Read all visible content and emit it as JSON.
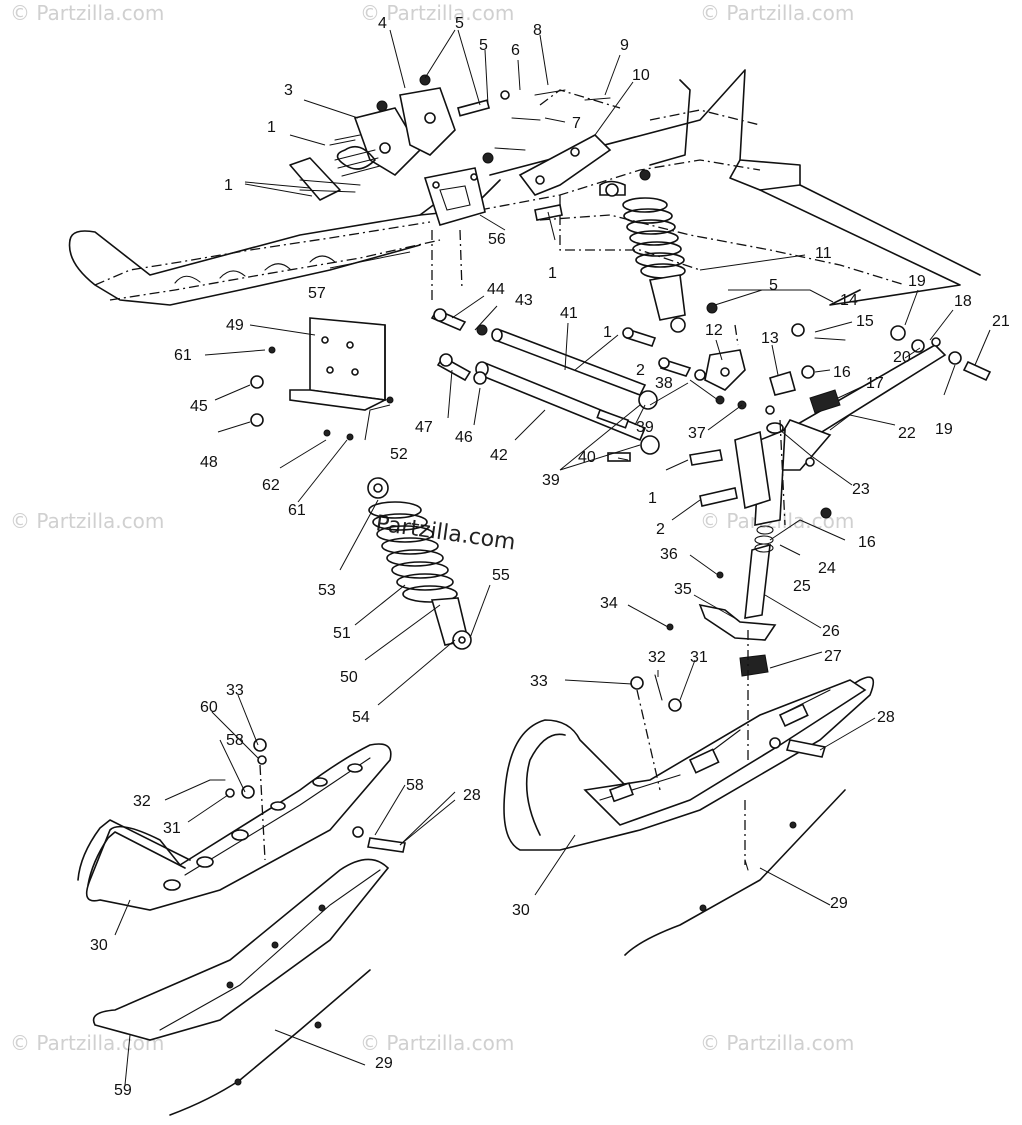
{
  "watermark": {
    "text": "© Partzilla.com",
    "text_partial_a": "© Partzilla.com",
    "text_partial_b": "© Partzilla.com",
    "text_partial_c": "© Partzilla.com",
    "text_partial_d": "© Partzilla.com",
    "text_partial_e": "© Partzilla.com",
    "text_partial_f": "© Partzilla.com",
    "text_partial_g": "© Partzilla.com",
    "center_text": "Partzilla.com"
  },
  "callouts": [
    {
      "id": "c1a",
      "label": "1"
    },
    {
      "id": "c1b",
      "label": "1"
    },
    {
      "id": "c1c",
      "label": "1"
    },
    {
      "id": "c1d",
      "label": "1"
    },
    {
      "id": "c1e",
      "label": "1"
    },
    {
      "id": "c2a",
      "label": "2"
    },
    {
      "id": "c2b",
      "label": "2"
    },
    {
      "id": "c3",
      "label": "3"
    },
    {
      "id": "c4",
      "label": "4"
    },
    {
      "id": "c5a",
      "label": "5"
    },
    {
      "id": "c5b",
      "label": "5"
    },
    {
      "id": "c5c",
      "label": "5"
    },
    {
      "id": "c6",
      "label": "6"
    },
    {
      "id": "c7",
      "label": "7"
    },
    {
      "id": "c8",
      "label": "8"
    },
    {
      "id": "c9",
      "label": "9"
    },
    {
      "id": "c10",
      "label": "10"
    },
    {
      "id": "c11",
      "label": "11"
    },
    {
      "id": "c12",
      "label": "12"
    },
    {
      "id": "c13",
      "label": "13"
    },
    {
      "id": "c14",
      "label": "14"
    },
    {
      "id": "c15",
      "label": "15"
    },
    {
      "id": "c16a",
      "label": "16"
    },
    {
      "id": "c16b",
      "label": "16"
    },
    {
      "id": "c17",
      "label": "17"
    },
    {
      "id": "c18",
      "label": "18"
    },
    {
      "id": "c19a",
      "label": "19"
    },
    {
      "id": "c19b",
      "label": "19"
    },
    {
      "id": "c20",
      "label": "20"
    },
    {
      "id": "c21",
      "label": "21"
    },
    {
      "id": "c22",
      "label": "22"
    },
    {
      "id": "c23",
      "label": "23"
    },
    {
      "id": "c24",
      "label": "24"
    },
    {
      "id": "c25",
      "label": "25"
    },
    {
      "id": "c26",
      "label": "26"
    },
    {
      "id": "c27",
      "label": "27"
    },
    {
      "id": "c28a",
      "label": "28"
    },
    {
      "id": "c28b",
      "label": "28"
    },
    {
      "id": "c29a",
      "label": "29"
    },
    {
      "id": "c29b",
      "label": "29"
    },
    {
      "id": "c30a",
      "label": "30"
    },
    {
      "id": "c30b",
      "label": "30"
    },
    {
      "id": "c31a",
      "label": "31"
    },
    {
      "id": "c31b",
      "label": "31"
    },
    {
      "id": "c32a",
      "label": "32"
    },
    {
      "id": "c32b",
      "label": "32"
    },
    {
      "id": "c33a",
      "label": "33"
    },
    {
      "id": "c33b",
      "label": "33"
    },
    {
      "id": "c34",
      "label": "34"
    },
    {
      "id": "c35",
      "label": "35"
    },
    {
      "id": "c36",
      "label": "36"
    },
    {
      "id": "c37",
      "label": "37"
    },
    {
      "id": "c38",
      "label": "38"
    },
    {
      "id": "c39a",
      "label": "39"
    },
    {
      "id": "c39b",
      "label": "39"
    },
    {
      "id": "c40",
      "label": "40"
    },
    {
      "id": "c41",
      "label": "41"
    },
    {
      "id": "c42",
      "label": "42"
    },
    {
      "id": "c43",
      "label": "43"
    },
    {
      "id": "c44",
      "label": "44"
    },
    {
      "id": "c45",
      "label": "45"
    },
    {
      "id": "c46",
      "label": "46"
    },
    {
      "id": "c47",
      "label": "47"
    },
    {
      "id": "c48",
      "label": "48"
    },
    {
      "id": "c49",
      "label": "49"
    },
    {
      "id": "c50",
      "label": "50"
    },
    {
      "id": "c51",
      "label": "51"
    },
    {
      "id": "c52",
      "label": "52"
    },
    {
      "id": "c53",
      "label": "53"
    },
    {
      "id": "c54",
      "label": "54"
    },
    {
      "id": "c55",
      "label": "55"
    },
    {
      "id": "c56",
      "label": "56"
    },
    {
      "id": "c57",
      "label": "57"
    },
    {
      "id": "c58a",
      "label": "58"
    },
    {
      "id": "c58b",
      "label": "58"
    },
    {
      "id": "c59",
      "label": "59"
    },
    {
      "id": "c60",
      "label": "60"
    },
    {
      "id": "c61a",
      "label": "61"
    },
    {
      "id": "c61b",
      "label": "61"
    },
    {
      "id": "c62",
      "label": "62"
    }
  ]
}
